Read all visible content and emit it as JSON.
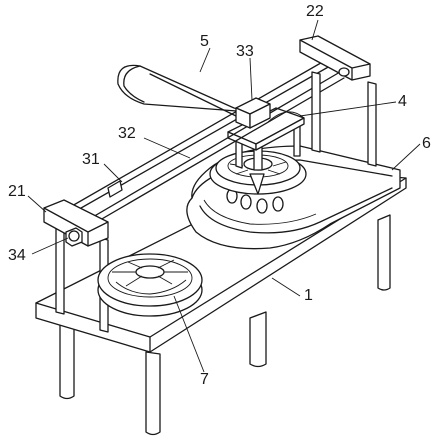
{
  "figure": {
    "labels": {
      "l22": "22",
      "l5": "5",
      "l33": "33",
      "l4": "4",
      "l6": "6",
      "l32": "32",
      "l31": "31",
      "l21": "21",
      "l34": "34",
      "l1": "1",
      "l7": "7"
    }
  }
}
